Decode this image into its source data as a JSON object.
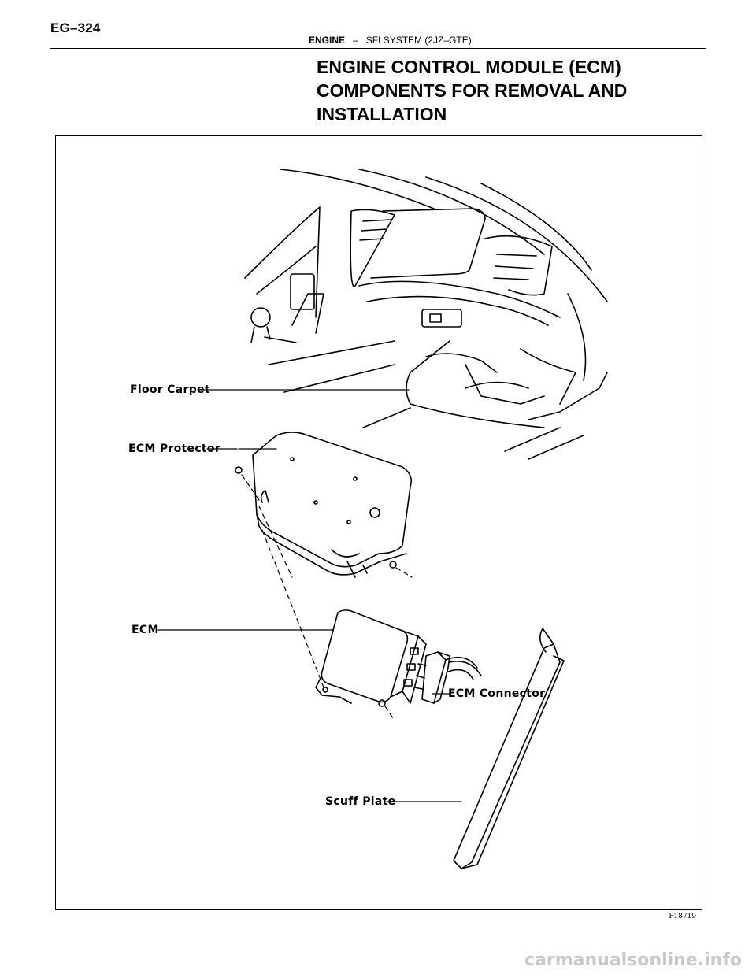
{
  "header": {
    "page_number": "EG–324",
    "section": "ENGINE",
    "separator": "–",
    "subsection": "SFI SYSTEM (2JZ–GTE)"
  },
  "title": {
    "line1": "ENGINE CONTROL MODULE (ECM)",
    "line2": "COMPONENTS FOR REMOVAL AND",
    "line3": "INSTALLATION"
  },
  "figure": {
    "labels": {
      "floor_carpet": "Floor Carpet",
      "ecm_protector": "ECM Protector",
      "ecm": "ECM",
      "ecm_connector": "ECM Connector",
      "scuff_plate": "Scuff Plate"
    },
    "code": "P18719"
  },
  "watermark": "carmanualsonline.info"
}
